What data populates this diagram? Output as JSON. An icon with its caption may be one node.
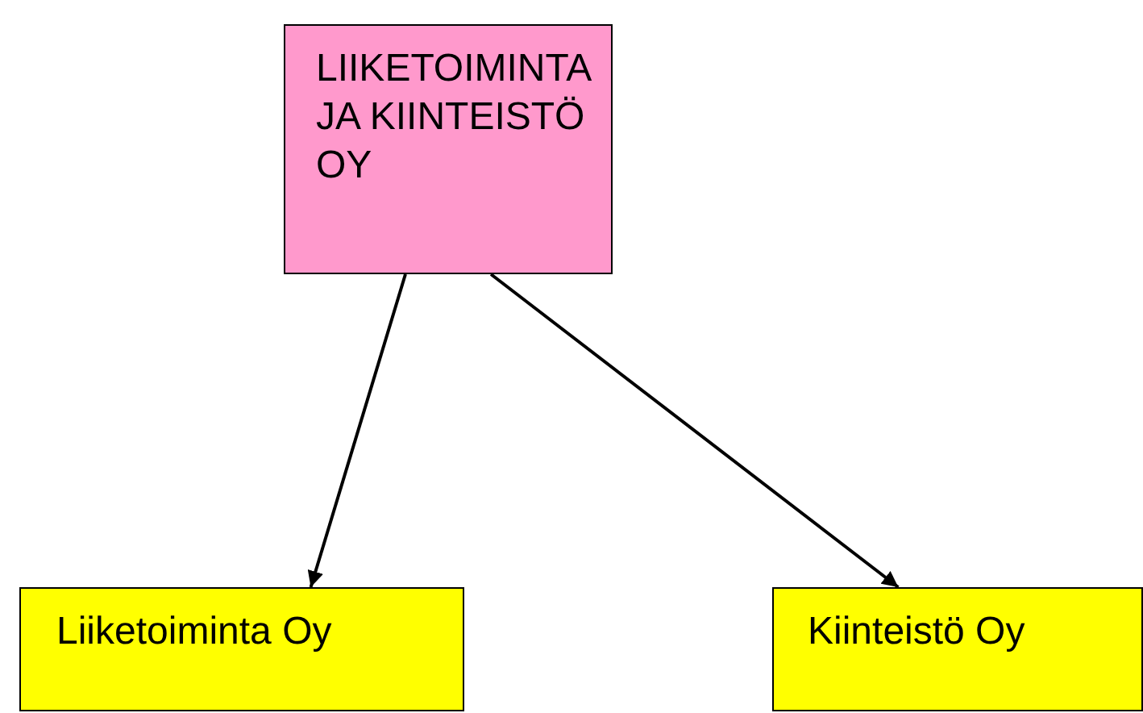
{
  "diagram": {
    "nodes": [
      {
        "text": [
          "LIIKETOIMINTA JA KIINTEISTÖ OY"
        ]
      },
      {
        "text": [
          "Liiketoiminta Oy"
        ]
      },
      {
        "text": [
          "Kiinteistö Oy"
        ]
      }
    ],
    "edges": [
      {
        "from": 0,
        "to": 1,
        "arrow": "to"
      },
      {
        "from": 0,
        "to": 2,
        "arrow": "to"
      }
    ]
  }
}
